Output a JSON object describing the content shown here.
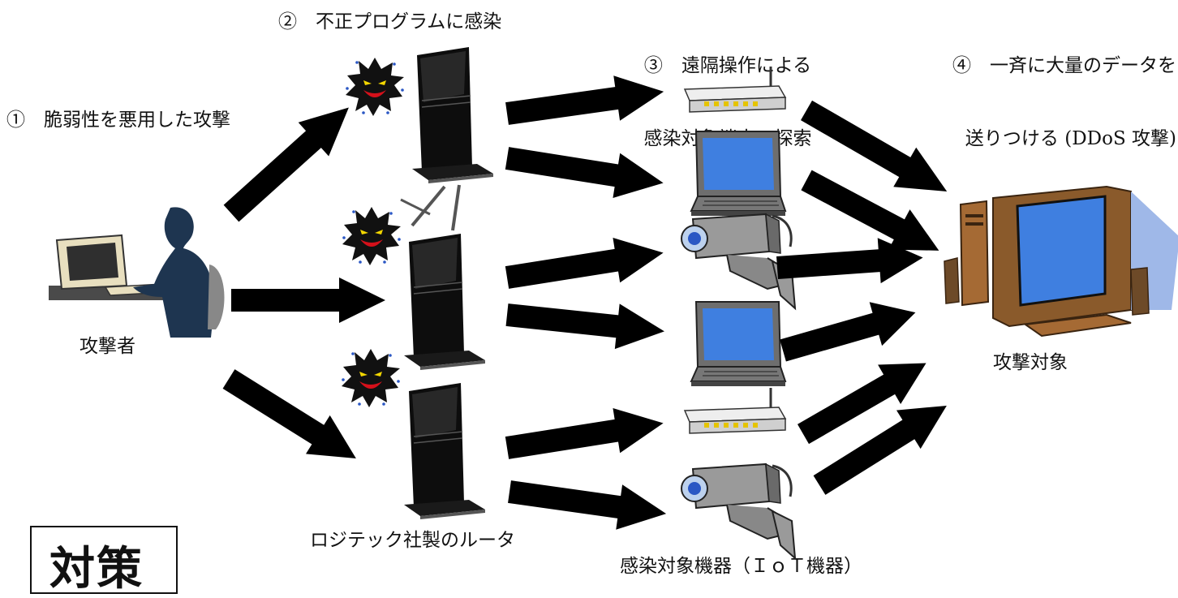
{
  "steps": {
    "step1": "①　脆弱性を悪用した攻撃",
    "step2": "②　不正プログラムに感染",
    "step3_line1": "③　遠隔操作による",
    "step3_line2": "感染対象端末の探索",
    "step4_line1": "④　一斉に大量のデータを",
    "step4_line2": "送りつける (DDoS 攻撃)"
  },
  "labels": {
    "attacker": "攻撃者",
    "routers": "ロジテック社製のルータ",
    "iot_devices": "感染対象機器（ＩｏＴ機器）",
    "target": "攻撃対象"
  },
  "countermeasure": {
    "title": "対策"
  },
  "colors": {
    "arrow": "#000000",
    "screen_blue": "#3f7fe0",
    "router_body": "#111111",
    "malware_face": "#d4101a",
    "camera_gray": "#8a8a8a"
  }
}
